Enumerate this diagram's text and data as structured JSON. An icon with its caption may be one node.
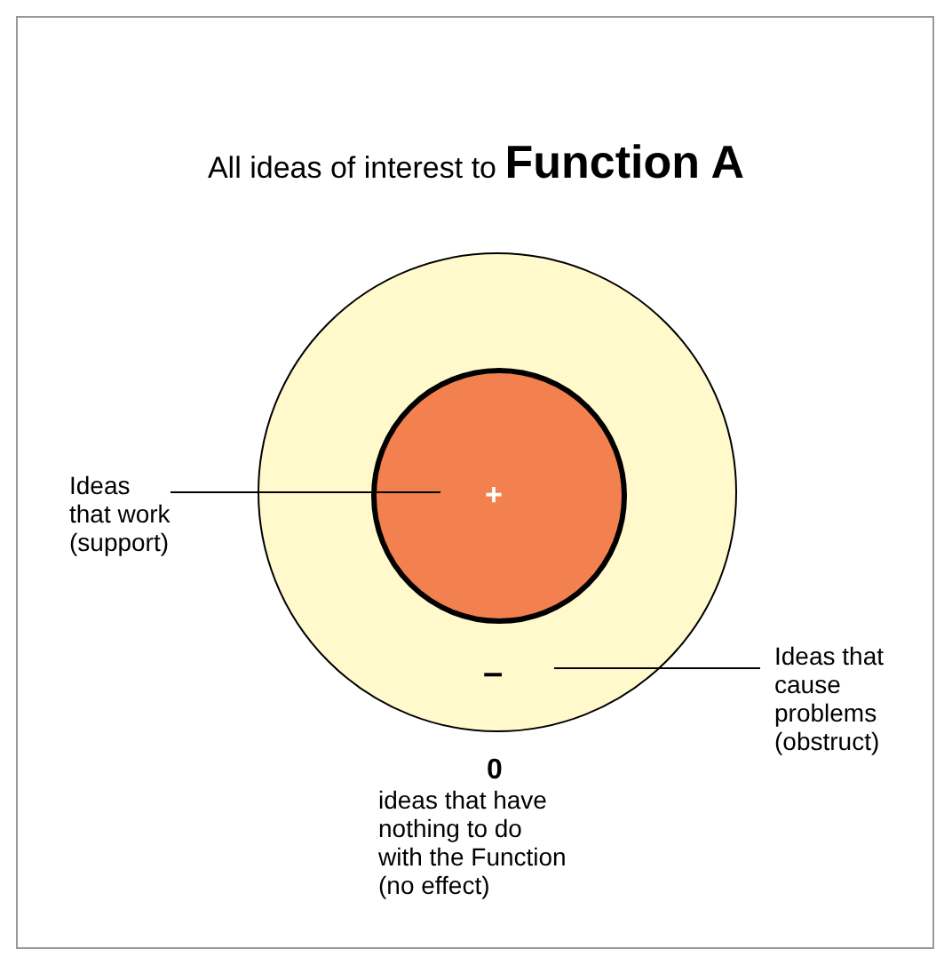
{
  "diagram": {
    "title": "All ideas of interest to **Function A**",
    "nodes": [
      {
        "text": [
          "–"
        ]
      },
      {
        "text": [
          "+"
        ],
        "in": 0
      },
      {
        "text": [
          "Ideas that work (support)"
        ]
      },
      {
        "text": [
          "Ideas that cause problems (obstruct)"
        ]
      }
    ],
    "edges": [
      {
        "from": 2,
        "to": 1,
        "arrow": "none"
      },
      {
        "from": 3,
        "to": 0,
        "arrow": "none"
      }
    ],
    "labels": [
      "0",
      "ideas that have nothing to do with the Function (no effect)"
    ]
  }
}
